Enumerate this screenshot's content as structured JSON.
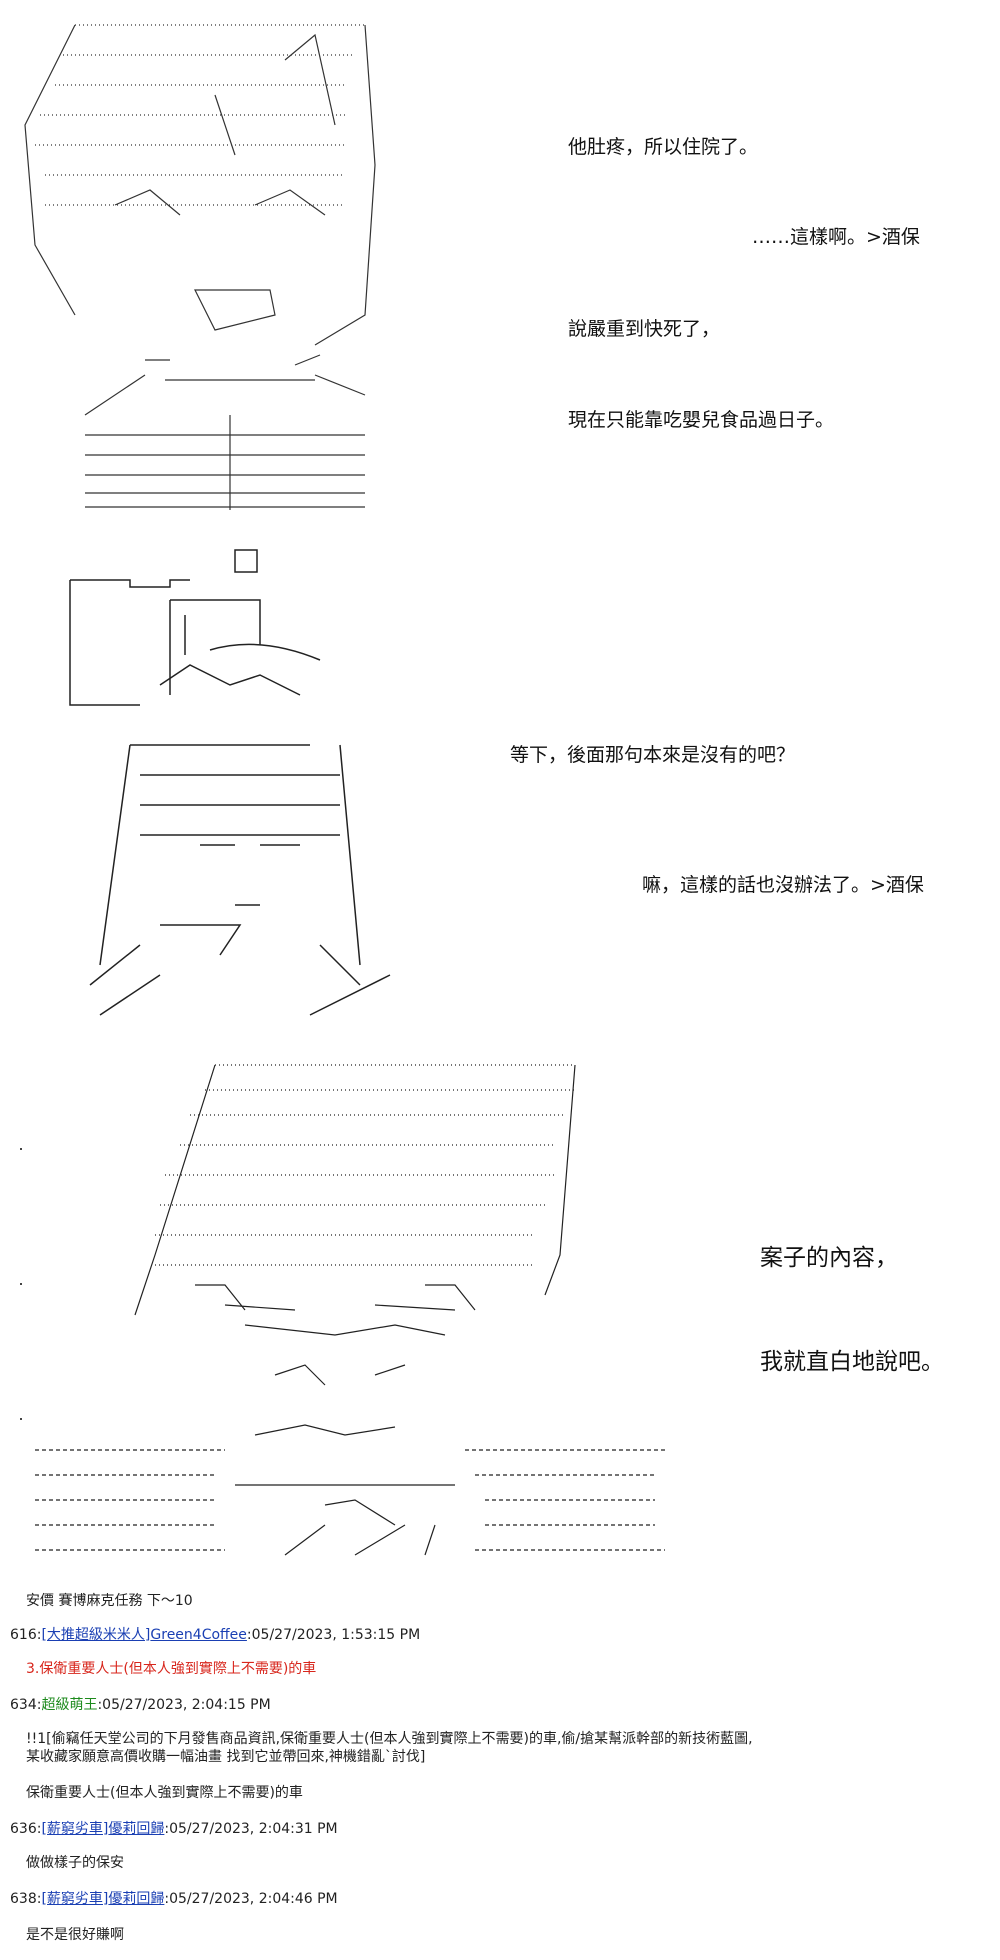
{
  "panel1": {
    "lines": [
      "他肚疼，所以住院了。",
      "……這樣啊。>酒保",
      "說嚴重到快死了，",
      "現在只能靠吃嬰兒食品過日子。"
    ]
  },
  "panel2": {
    "lines": [
      "等下，後面那句本來是沒有的吧？",
      "嘛，這樣的話也沒辦法了。>酒保"
    ]
  },
  "panel3": {
    "lines": [
      "案子的內容，",
      "我就直白地說吧。"
    ]
  },
  "posts": {
    "intro": "安價 賽博麻克任務 下〜10",
    "p616": {
      "num": "616:",
      "name": "[大推超級米米人]",
      "user": "Green4Coffee",
      "date": ":05/27/2023, 1:53:15 PM",
      "body": "3.保衛重要人士(但本人強到實際上不需要)的車"
    },
    "p634": {
      "num": "634:",
      "name": "超級萌王",
      "date": ":05/27/2023, 2:04:15 PM",
      "body1": "!!1[偷竊任天堂公司的下月發售商品資訊,保衛重要人士(但本人強到實際上不需要)的車,偷/搶某幫派幹部的新技術藍圖,",
      "body2": "某收藏家願意高價收購一幅油畫 找到它並帶回來,神機錯亂`討伐]",
      "body3": "保衛重要人士(但本人強到實際上不需要)的車"
    },
    "p636": {
      "num": "636:",
      "name": "[薪窮劣車]",
      "user": "優莉回歸",
      "date": ":05/27/2023, 2:04:31 PM",
      "body": "做做樣子的保安"
    },
    "p638": {
      "num": "638:",
      "name": "[薪窮劣車]",
      "user": "優莉回歸",
      "date": ":05/27/2023, 2:04:46 PM",
      "body": "是不是很好賺啊"
    }
  }
}
